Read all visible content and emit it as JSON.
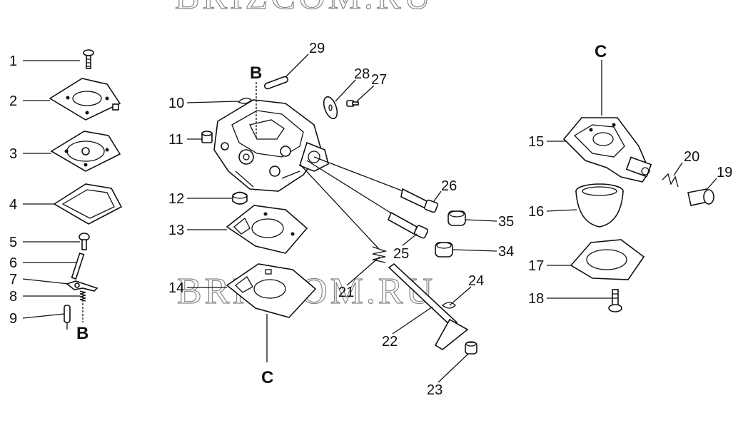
{
  "watermark": {
    "top": "BRIZCOM.RU",
    "middle": "BRIZCOM.RU"
  },
  "reference_letters": {
    "b_top": "B",
    "b_bottom": "B",
    "c_right": "C",
    "c_bottom": "C"
  },
  "callouts": [
    "1",
    "2",
    "3",
    "4",
    "5",
    "6",
    "7",
    "8",
    "9",
    "10",
    "11",
    "12",
    "13",
    "14",
    "15",
    "16",
    "17",
    "18",
    "19",
    "20",
    "21",
    "22",
    "23",
    "24",
    "25",
    "26",
    "27",
    "28",
    "29",
    "34",
    "35"
  ]
}
